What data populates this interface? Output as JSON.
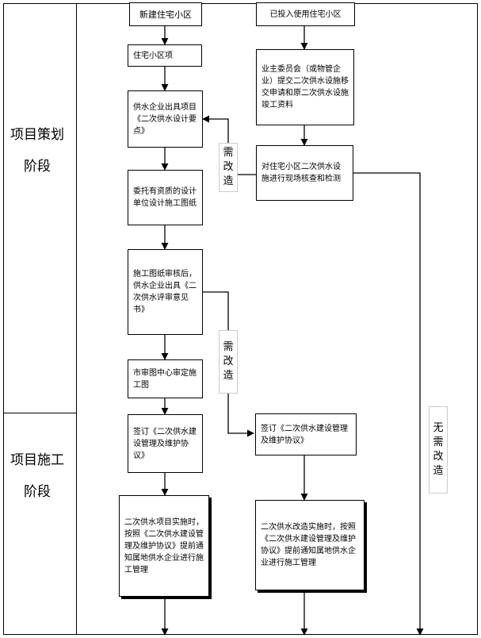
{
  "stages": {
    "planning": "项目策划阶段",
    "construction": "项目施工阶段"
  },
  "boxes": {
    "new_residential": "新建住宅小区",
    "residential_project": "住宅小区项",
    "supplier_points": "供水企业出具项目《二次供水设计要点》",
    "design_drawing": "委托有资质的设计单位设计施工图纸",
    "review_opinion": "施工图纸审核后，供水企业出具《二次供水评审意见书》",
    "city_review": "市审图中心审定施工图",
    "sign_new": "签订《二次供水建设管理及维护协议》",
    "new_construction": "二次供水项目实施时，按照《二次供水建设管理及维护协议》提前通知属地供水企业进行施工管理",
    "existing_residential": "已投入使用住宅小区",
    "owners_committee": "业主委员会（或物管企业）提交二次供水设施移交申请和原二次供水设施竣工资料",
    "site_inspection": "对住宅小区二次供水设施进行现场核查和检测",
    "sign_existing": "签订《二次供水建设管理及维护协议》",
    "retrofit_construction": "二次供水改造实施时，按照《二次供水建设管理及维护协议》提前通知属地供水企业进行施工管理"
  },
  "labels": {
    "needs_retrofit_1": "需改造",
    "needs_retrofit_2": "需改造",
    "no_retrofit": "无需改造"
  }
}
